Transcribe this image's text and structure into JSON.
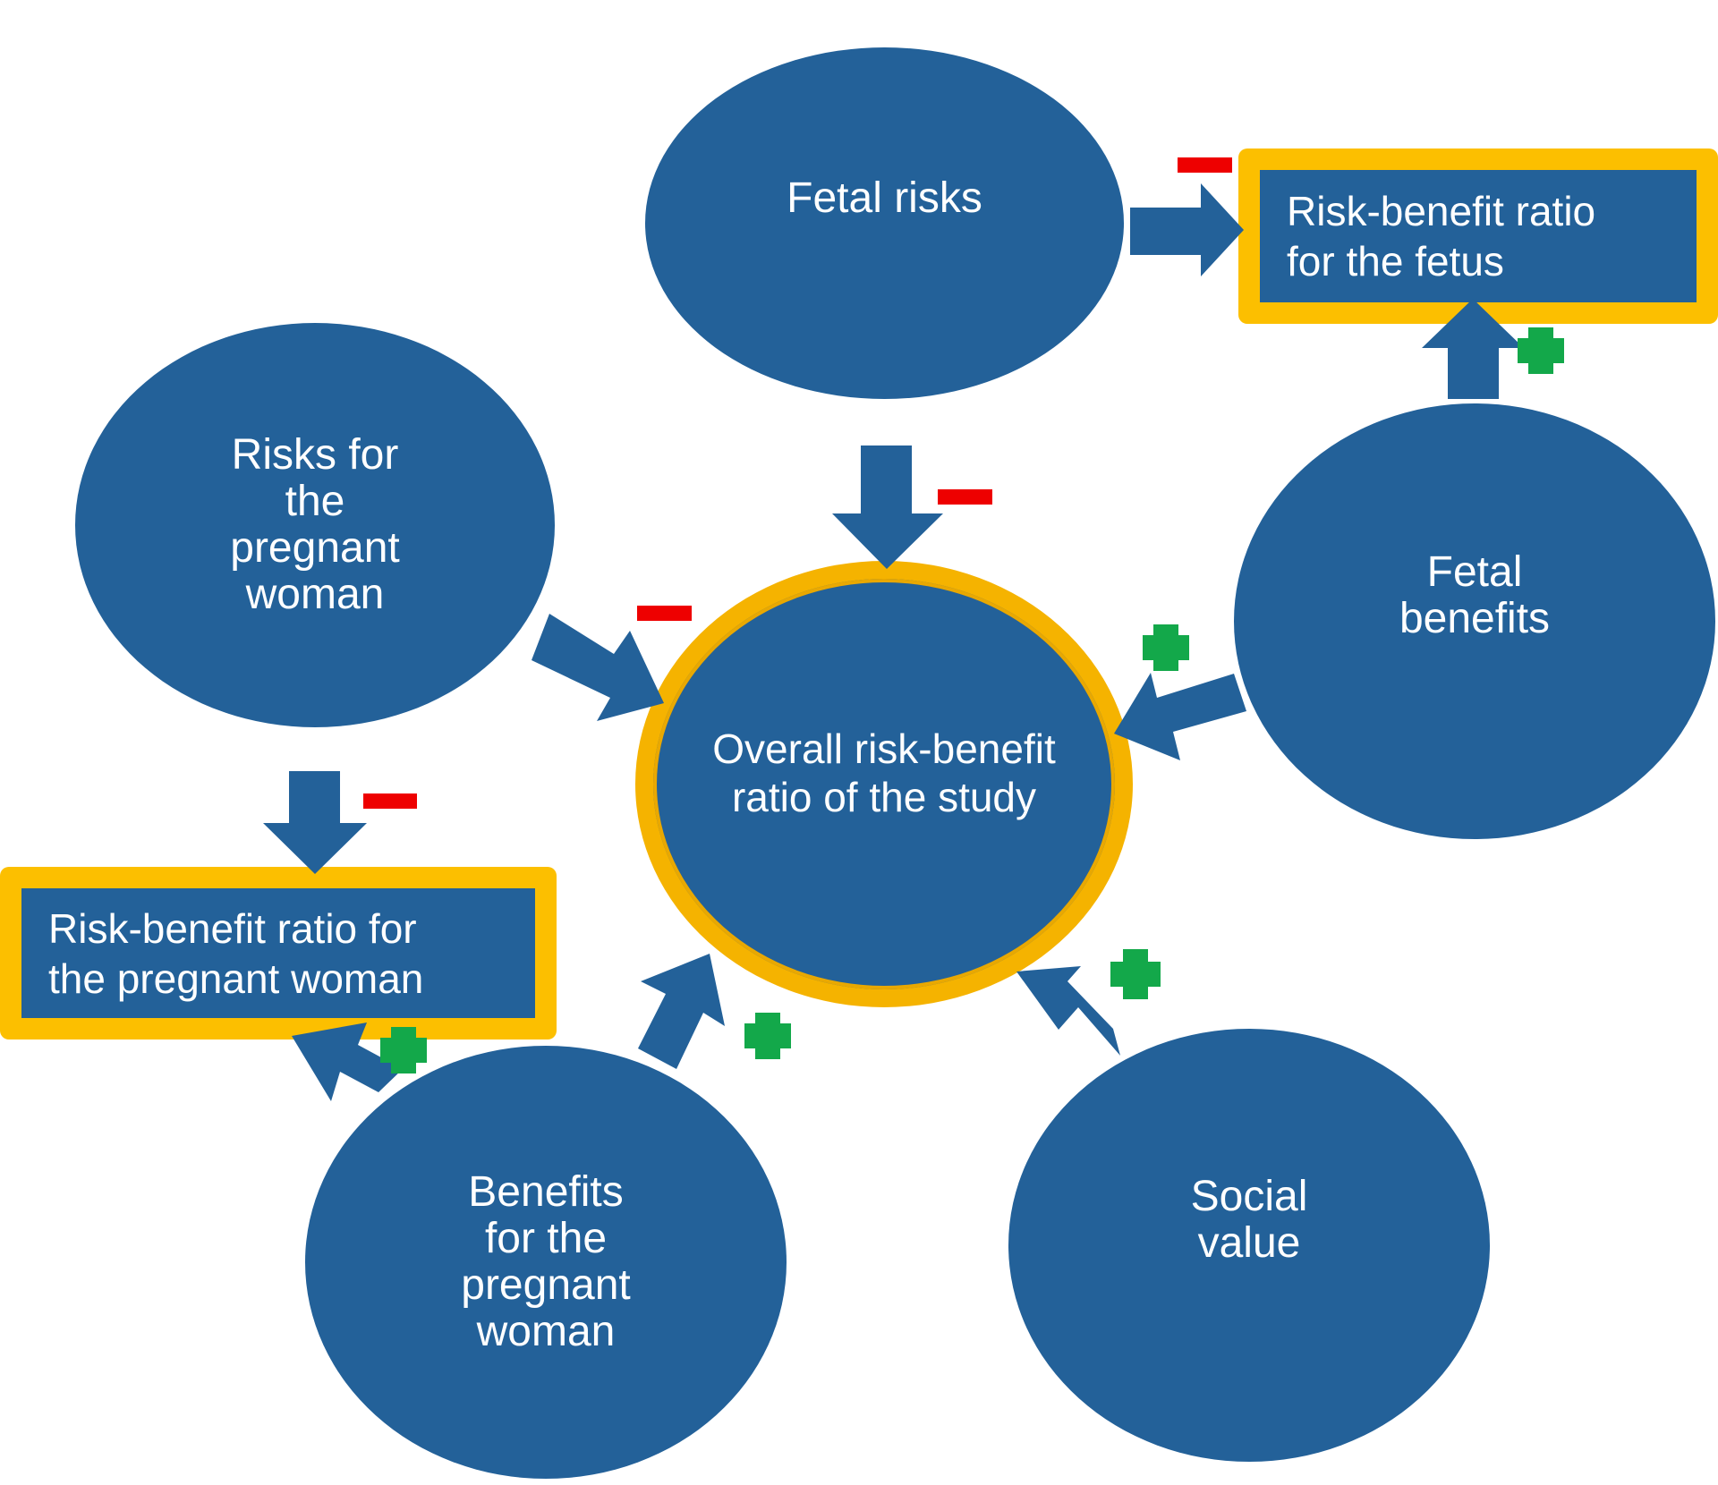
{
  "nodes": {
    "fetal_risks": "Fetal risks",
    "risks_woman": "Risks for\nthe\npregnant\nwoman",
    "overall": "Overall risk-benefit\nratio of the study",
    "fetal_benefits": "Fetal\nbenefits",
    "benefits_woman": "Benefits\nfor the\npregnant\nwoman",
    "social_value": "Social\nvalue",
    "ratio_fetus": "Risk-benefit ratio\nfor the fetus",
    "ratio_woman": "Risk-benefit ratio for\nthe pregnant woman"
  },
  "colors": {
    "node_blue": "#236199",
    "highlight_yellow": "#fcbf00",
    "arrow_blue": "#236199",
    "minus_red": "#ee0000",
    "plus_green": "#13a84a"
  },
  "relations": [
    {
      "from": "Fetal risks",
      "to": "Risk-benefit ratio for the fetus",
      "sign": "minus"
    },
    {
      "from": "Fetal risks",
      "to": "Overall risk-benefit ratio of the study",
      "sign": "minus"
    },
    {
      "from": "Fetal benefits",
      "to": "Risk-benefit ratio for the fetus",
      "sign": "plus"
    },
    {
      "from": "Fetal benefits",
      "to": "Overall risk-benefit ratio of the study",
      "sign": "plus"
    },
    {
      "from": "Risks for the pregnant woman",
      "to": "Overall risk-benefit ratio of the study",
      "sign": "minus"
    },
    {
      "from": "Risks for the pregnant woman",
      "to": "Risk-benefit ratio for the pregnant woman",
      "sign": "minus"
    },
    {
      "from": "Benefits for the pregnant woman",
      "to": "Risk-benefit ratio for the pregnant woman",
      "sign": "plus"
    },
    {
      "from": "Benefits for the pregnant woman",
      "to": "Overall risk-benefit ratio of the study",
      "sign": "plus"
    },
    {
      "from": "Social value",
      "to": "Overall risk-benefit ratio of the study",
      "sign": "plus"
    }
  ]
}
